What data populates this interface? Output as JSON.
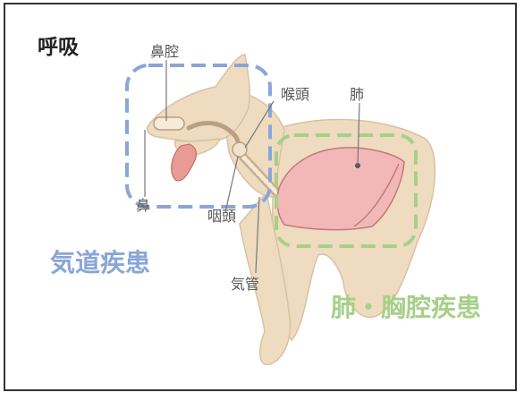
{
  "title": "呼吸",
  "labels": {
    "nasal_cavity": "鼻腔",
    "nose": "鼻",
    "larynx": "喉頭",
    "pharynx": "咽頭",
    "lung": "肺",
    "trachea": "気管"
  },
  "regions": {
    "airway": "気道疾患",
    "lung_thorax": "肺・胸腔疾患"
  },
  "colors": {
    "airway_region": "#8aa6d6",
    "lung_region": "#a6d08a",
    "body": "#eedbc0",
    "body_outline": "#d9c2a0",
    "lung": "#f2b8b8",
    "lung_outline": "#c47878",
    "tongue": "#e89a94",
    "label": "#555555"
  }
}
